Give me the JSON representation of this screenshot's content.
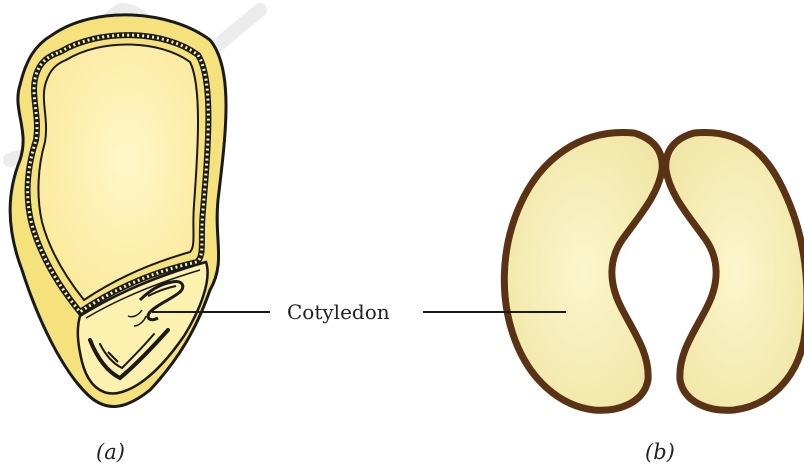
{
  "diagram": {
    "label_cotyledon": "Cotyledon",
    "label_a": "(a)",
    "label_b": "(b)"
  },
  "colors": {
    "seed_yellow": "#f6e27c",
    "seed_outline": "#1a1a1a",
    "endosperm": "#fdf1b0",
    "bean_fill": "#f7f0b8",
    "bean_outline": "#5a3214",
    "watermark": "#e8e8e8"
  }
}
